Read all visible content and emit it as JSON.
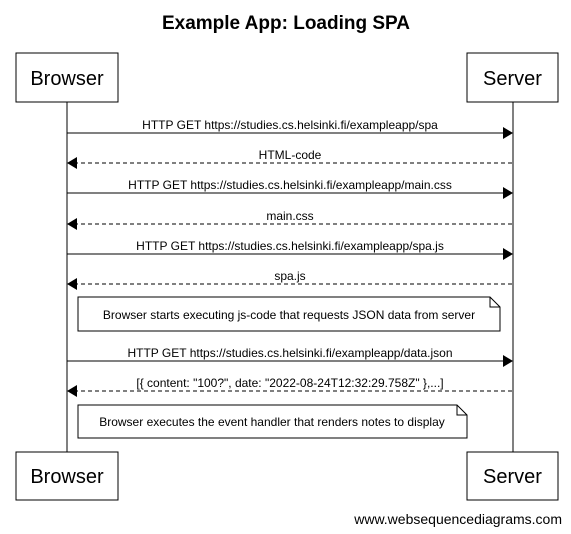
{
  "title": "Example App: Loading SPA",
  "actors": {
    "browser": "Browser",
    "server": "Server"
  },
  "messages": [
    {
      "from": "browser",
      "to": "server",
      "style": "solid",
      "label": "HTTP GET https://studies.cs.helsinki.fi/exampleapp/spa"
    },
    {
      "from": "server",
      "to": "browser",
      "style": "dashed",
      "label": "HTML-code"
    },
    {
      "from": "browser",
      "to": "server",
      "style": "solid",
      "label": "HTTP GET https://studies.cs.helsinki.fi/exampleapp/main.css"
    },
    {
      "from": "server",
      "to": "browser",
      "style": "dashed",
      "label": "main.css"
    },
    {
      "from": "browser",
      "to": "server",
      "style": "solid",
      "label": "HTTP GET https://studies.cs.helsinki.fi/exampleapp/spa.js"
    },
    {
      "from": "server",
      "to": "browser",
      "style": "dashed",
      "label": "spa.js"
    },
    {
      "from": "browser",
      "to": "server",
      "style": "solid",
      "label": "HTTP GET https://studies.cs.helsinki.fi/exampleapp/data.json"
    },
    {
      "from": "server",
      "to": "browser",
      "style": "dashed",
      "label": "[{ content: \"100?\", date: \"2022-08-24T12:32:29.758Z\" },...]"
    }
  ],
  "notes": [
    {
      "text": "Browser starts executing js-code that requests JSON data from server"
    },
    {
      "text": "Browser executes the event handler that renders notes to display"
    }
  ],
  "footer": "www.websequencediagrams.com"
}
